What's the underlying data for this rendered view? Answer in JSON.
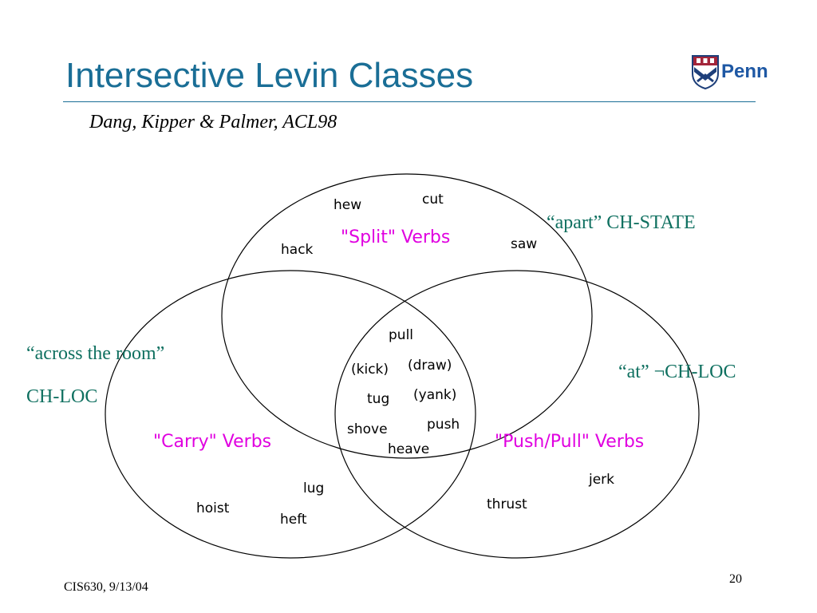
{
  "slide": {
    "title": "Intersective Levin Classes",
    "subtitle": "Dang, Kipper & Palmer, ACL98",
    "logo_text": "Penn",
    "page_number": "20",
    "footer": "CIS630, 9/13/04"
  },
  "notes": {
    "apart": "“apart” CH-STATE",
    "across": "“across  the room”",
    "ch_loc": "CH-LOC",
    "at": "“at” ¬CH-LOC"
  },
  "diagram": {
    "class_labels": {
      "split": "\"Split\" Verbs",
      "carry": "\"Carry\" Verbs",
      "push_pull": "\"Push/Pull\" Verbs"
    },
    "split_only": [
      "hew",
      "cut",
      "hack",
      "saw"
    ],
    "carry_only": [
      "lug",
      "hoist",
      "heft"
    ],
    "push_pull_only": [
      "jerk",
      "thrust"
    ],
    "intersection": [
      "pull",
      "(kick)",
      "(draw)",
      "tug",
      "(yank)",
      "shove",
      "push",
      "heave"
    ],
    "colors": {
      "class_label": "#e000e0",
      "note": "#0f7060",
      "title": "#1a6e96"
    }
  }
}
